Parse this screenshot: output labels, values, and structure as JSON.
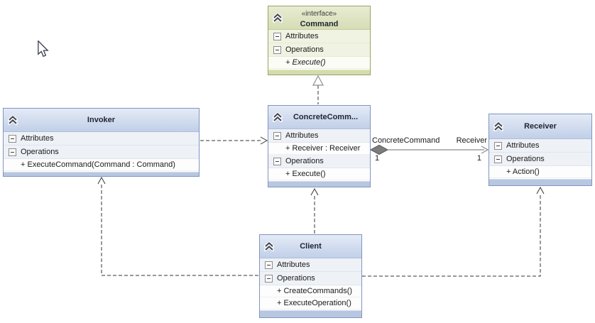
{
  "diagram": {
    "kind": "uml-class-diagram",
    "pattern": "Command design pattern"
  },
  "colors": {
    "class_accent_blue": "#b8c7e0",
    "class_border_blue": "#8095c0",
    "interface_accent_green": "#d3dcae",
    "interface_border_green": "#98a55f",
    "connector_line": "#333333",
    "association_line": "#6d6d6d",
    "diamond_fill": "#7d7d7d"
  },
  "icons": {
    "header_collapse": "double-chevron-up",
    "section_collapse": "minus-box",
    "pointer": "mouse-cursor-arrow"
  },
  "classes": {
    "command": {
      "stereotype": "«interface»",
      "title": "Command",
      "attributes_label": "Attributes",
      "operations_label": "Operations",
      "operations": [
        "+ Execute()"
      ]
    },
    "invoker": {
      "title": "Invoker",
      "attributes_label": "Attributes",
      "operations_label": "Operations",
      "operations": [
        "+ ExecuteCommand(Command : Command)"
      ]
    },
    "concrete_command": {
      "title": "ConcreteComm...",
      "attributes_label": "Attributes",
      "attributes": [
        "+ Receiver : Receiver"
      ],
      "operations_label": "Operations",
      "operations": [
        "+ Execute()"
      ]
    },
    "receiver": {
      "title": "Receiver",
      "attributes_label": "Attributes",
      "operations_label": "Operations",
      "operations": [
        "+ Action()"
      ]
    },
    "client": {
      "title": "Client",
      "attributes_label": "Attributes",
      "operations_label": "Operations",
      "operations": [
        "+ CreateCommands()",
        "+ ExecuteOperation()"
      ]
    }
  },
  "association": {
    "owner_label": "ConcreteCommand",
    "target_label": "Receiver",
    "owner_multiplicity": "1",
    "target_multiplicity": "1"
  }
}
